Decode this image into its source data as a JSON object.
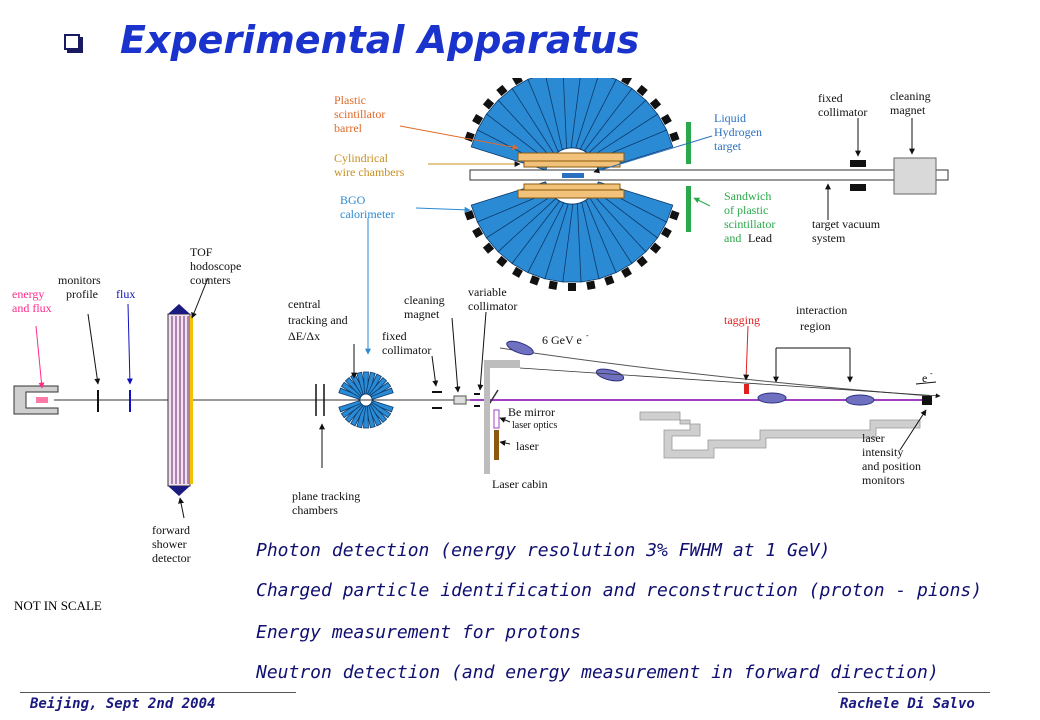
{
  "header": {
    "title": "Experimental Apparatus"
  },
  "detector_labels": {
    "plastic_barrel": "Plastic scintillator barrel",
    "plastic_barrel_l1": "Plastic",
    "plastic_barrel_l2": "scintillator",
    "plastic_barrel_l3": "barrel",
    "wire_l1": "Cylindrical",
    "wire_l2": "wire chambers",
    "bgo_l1": "BGO",
    "bgo_l2": "calorimeter",
    "lh2_l1": "Liquid",
    "lh2_l2": "Hydrogen",
    "lh2_l3": "target",
    "sandwich_l1": "Sandwich",
    "sandwich_l2": "of plastic",
    "sandwich_l3": "scintillator",
    "sandwich_l4a": "and",
    "sandwich_l4b": "Lead",
    "fixed_coll_l1": "fixed",
    "fixed_coll_l2": "collimator",
    "clean_mag_l1": "cleaning",
    "clean_mag_l2": "magnet",
    "vacuum_l1": "target vacuum",
    "vacuum_l2": "system"
  },
  "beamline_labels": {
    "monitors": "monitors",
    "profile": "profile",
    "flux": "flux",
    "energy_l1": "energy",
    "energy_l2": "and flux",
    "tof_l1": "TOF",
    "tof_l2": "hodoscope",
    "tof_l3": "counters",
    "central_l1": "central",
    "central_l2": "tracking and",
    "central_l3": "ΔE/Δx",
    "fixed_l1": "fixed",
    "fixed_l2": "collimator",
    "cleaning_l1": "cleaning",
    "cleaning_l2": "magnet",
    "variable_l1": "variable",
    "variable_l2": "collimator",
    "six_gev": "6 GeV e",
    "tagging": "tagging",
    "interaction_l1": "interaction",
    "interaction_l2": "region",
    "e_minus": "e",
    "be_mirror": "Be mirror",
    "laser_optics": "laser optics",
    "laser": "laser",
    "laser_cabin": "Laser cabin",
    "laser_mon_l1": "laser",
    "laser_mon_l2": "intensity",
    "laser_mon_l3": "and position",
    "laser_mon_l4": "monitors",
    "plane_l1": "plane tracking",
    "plane_l2": "chambers",
    "forward_l1": "forward",
    "forward_l2": "shower",
    "forward_l3": "detector"
  },
  "scale_note": "NOT IN SCALE",
  "features": [
    "Photon detection (energy resolution 3% FWHM at 1 GeV)",
    "Charged particle identification and reconstruction (proton - pions)",
    "Energy measurement for protons",
    "Neutron detection (and energy measurement in forward direction)"
  ],
  "footer": {
    "left": "Beijing, Sept 2nd 2004",
    "right": "Rachele Di Salvo"
  },
  "colors": {
    "title": "#1a33cc",
    "bgo": "#2a8ad4",
    "plastic": "#e06a2a",
    "wire": "#c89020",
    "lh2": "#2a70c0",
    "sandwich": "#2aa84a",
    "beam": "#a040c0",
    "tagging": "#e02020",
    "energy_flux": "#ff2a8a",
    "flux": "#1010c0"
  }
}
